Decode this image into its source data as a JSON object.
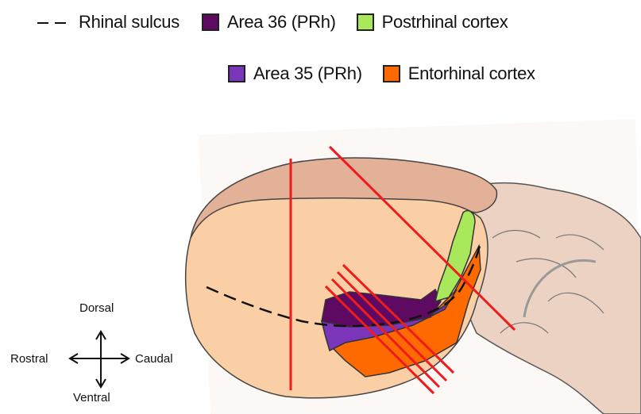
{
  "legend": {
    "rhinal_sulcus": "Rhinal sulcus",
    "area36": "Area 36 (PRh)",
    "postrhinal": "Postrhinal cortex",
    "area35": "Area 35 (PRh)",
    "entorhinal": "Entorhinal cortex"
  },
  "colors": {
    "area36": "#5e0a62",
    "area35": "#7a35b8",
    "postrhinal": "#a9e85a",
    "entorhinal": "#ff6a00",
    "cortex": "#fbcfa6",
    "cortex_top": "#e3b198",
    "cerebellum": "#ecd2c2",
    "cut_lines": "#ee1c1c"
  },
  "orientation": {
    "dorsal": "Dorsal",
    "ventral": "Ventral",
    "rostral": "Rostral",
    "caudal": "Caudal"
  }
}
